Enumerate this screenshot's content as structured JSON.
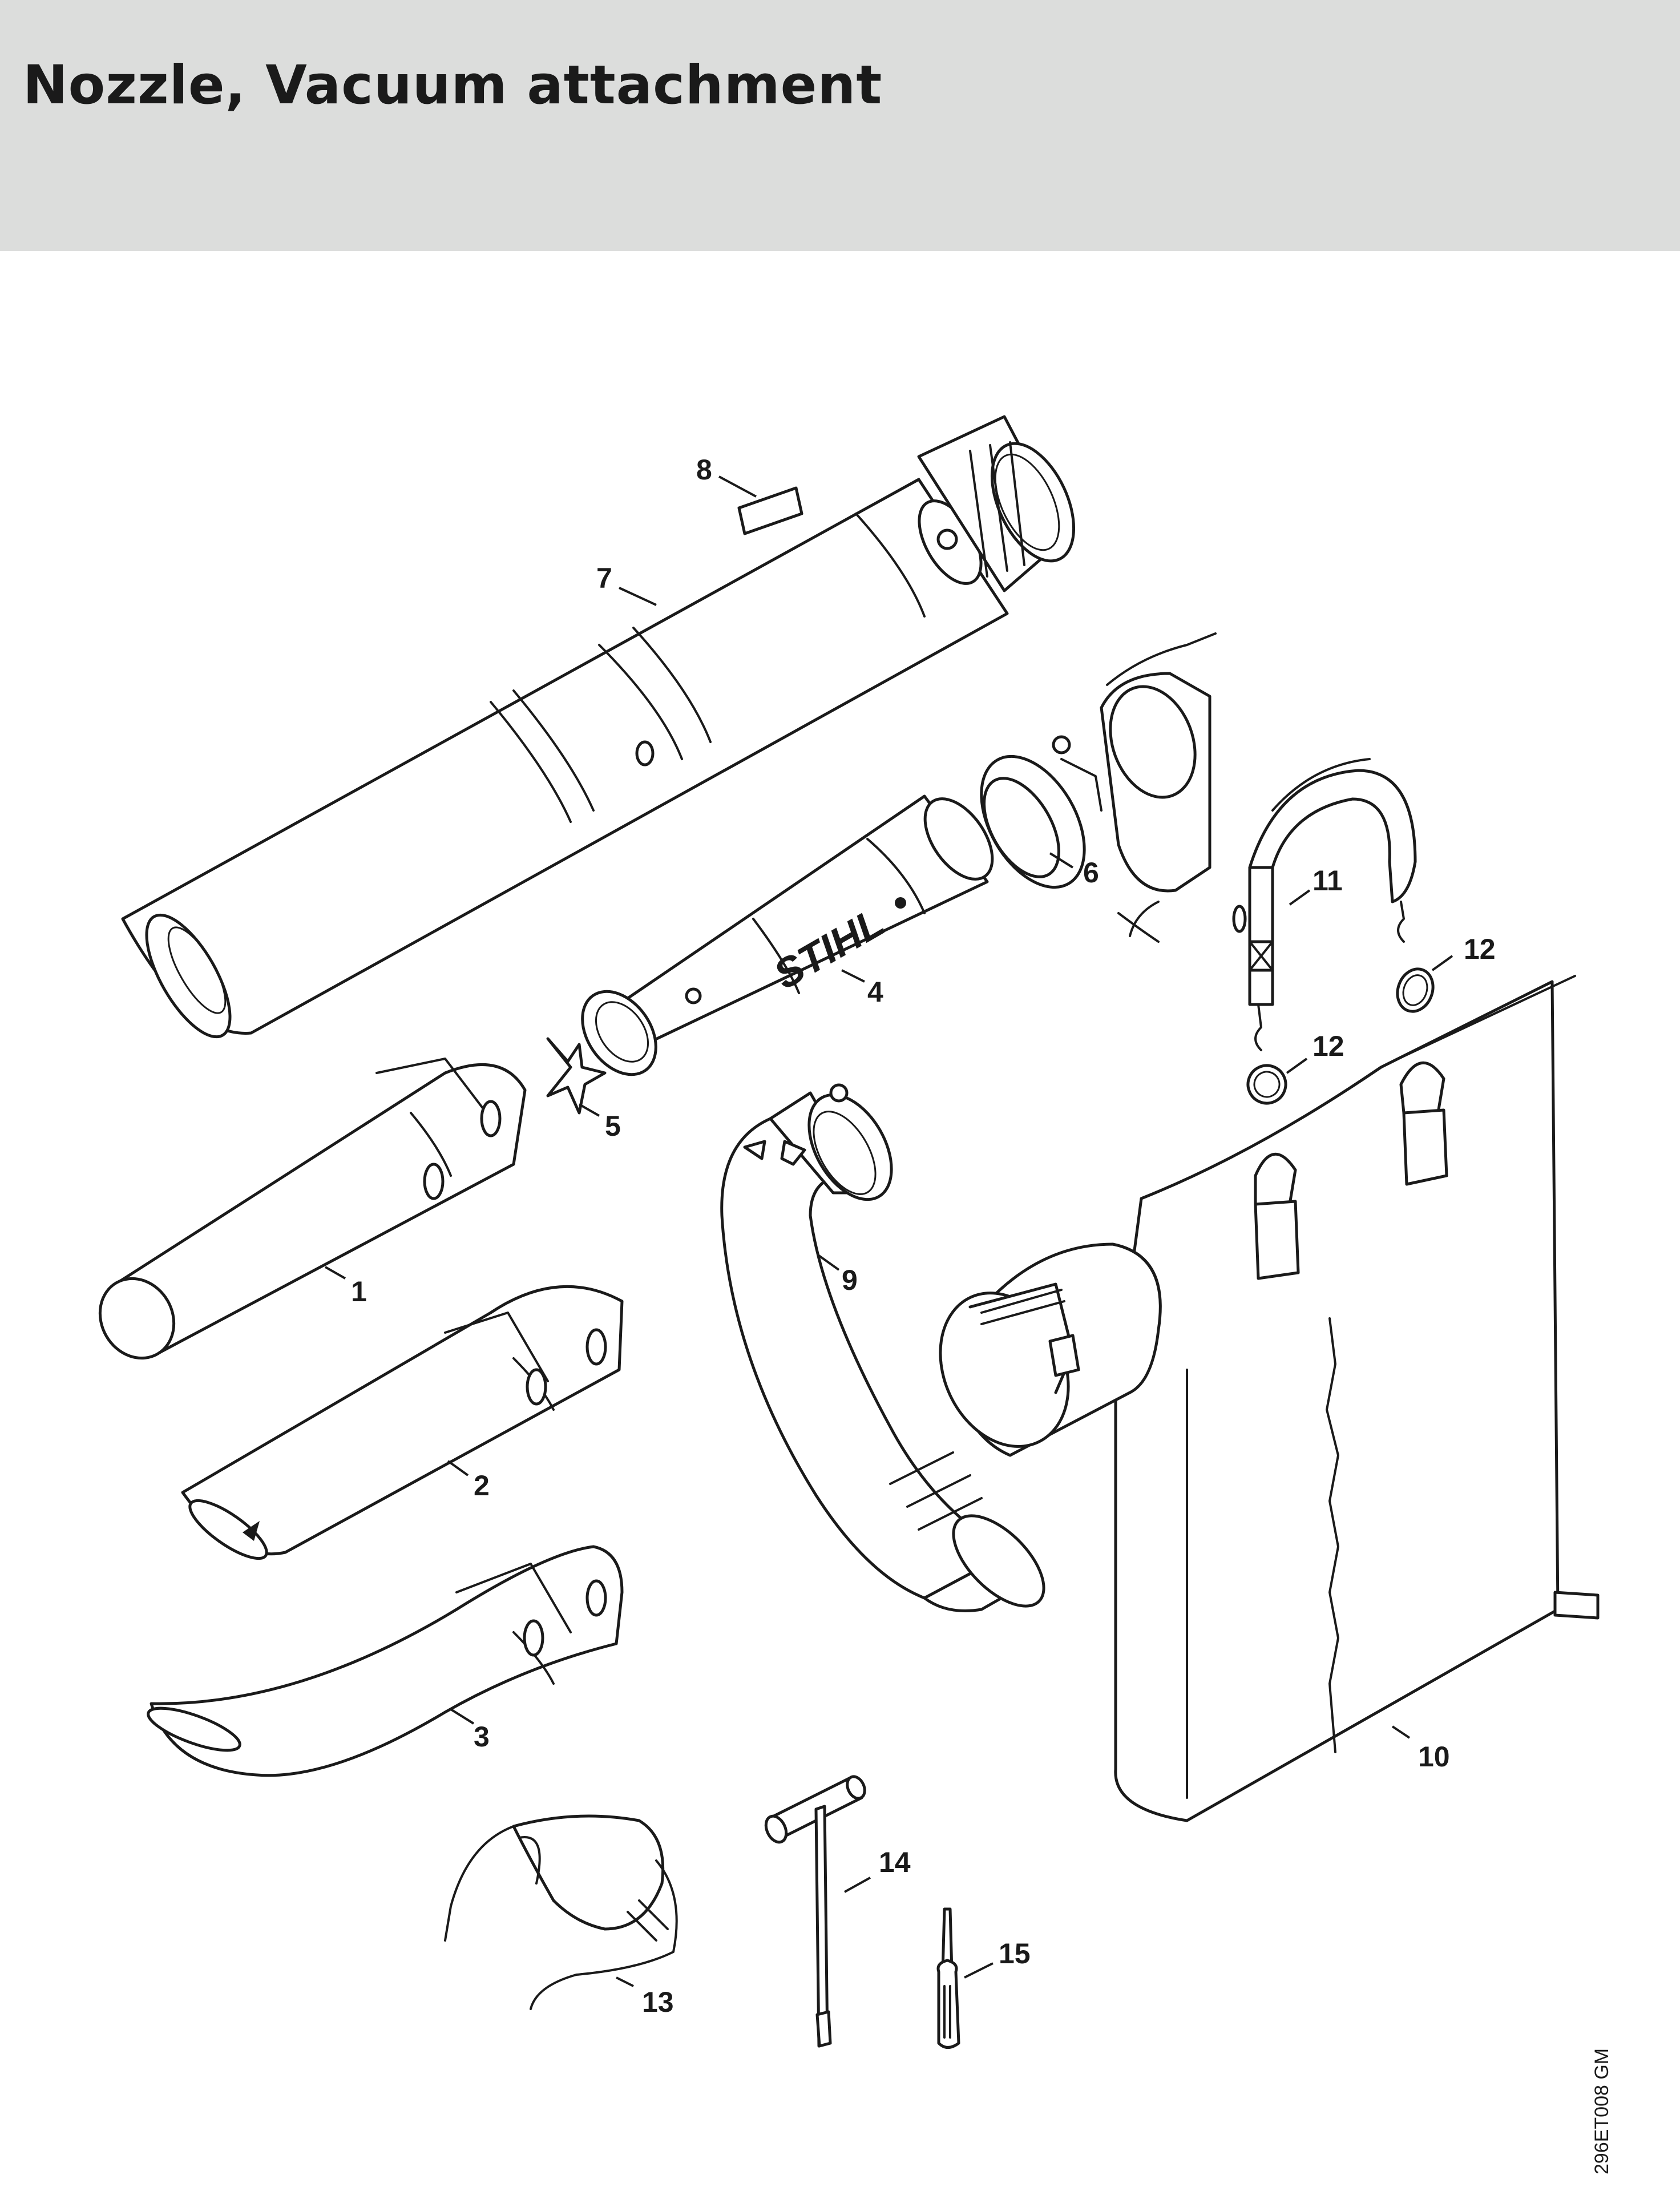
{
  "title": "Nozzle, Vacuum attachment",
  "drawing_code": "296ET008 GM",
  "brand_logo": "STIHL",
  "callouts": [
    "1",
    "2",
    "3",
    "4",
    "5",
    "6",
    "7",
    "8",
    "9",
    "10",
    "11",
    "12",
    "12",
    "13",
    "14",
    "15"
  ],
  "colors": {
    "header_bg": "#dcdddc",
    "line": "#1a1a1a",
    "background": "#ffffff"
  }
}
